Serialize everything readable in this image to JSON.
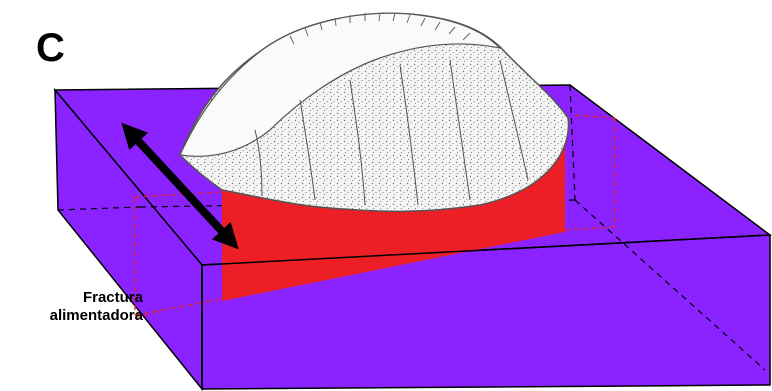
{
  "figure": {
    "panel_label": "C",
    "annotation": {
      "line1": "Fractura",
      "line2": "alimentadora"
    }
  },
  "colors": {
    "block": "#8a23ff",
    "block_edge": "#000000",
    "dike": "#ec1f27",
    "dome_fill": "#f2f2f2",
    "dome_stipple": "#6e6e6e",
    "arrow": "#000000"
  },
  "icons": {
    "dome": "lava-dome-icon",
    "arrow": "double-headed-arrow-icon"
  }
}
